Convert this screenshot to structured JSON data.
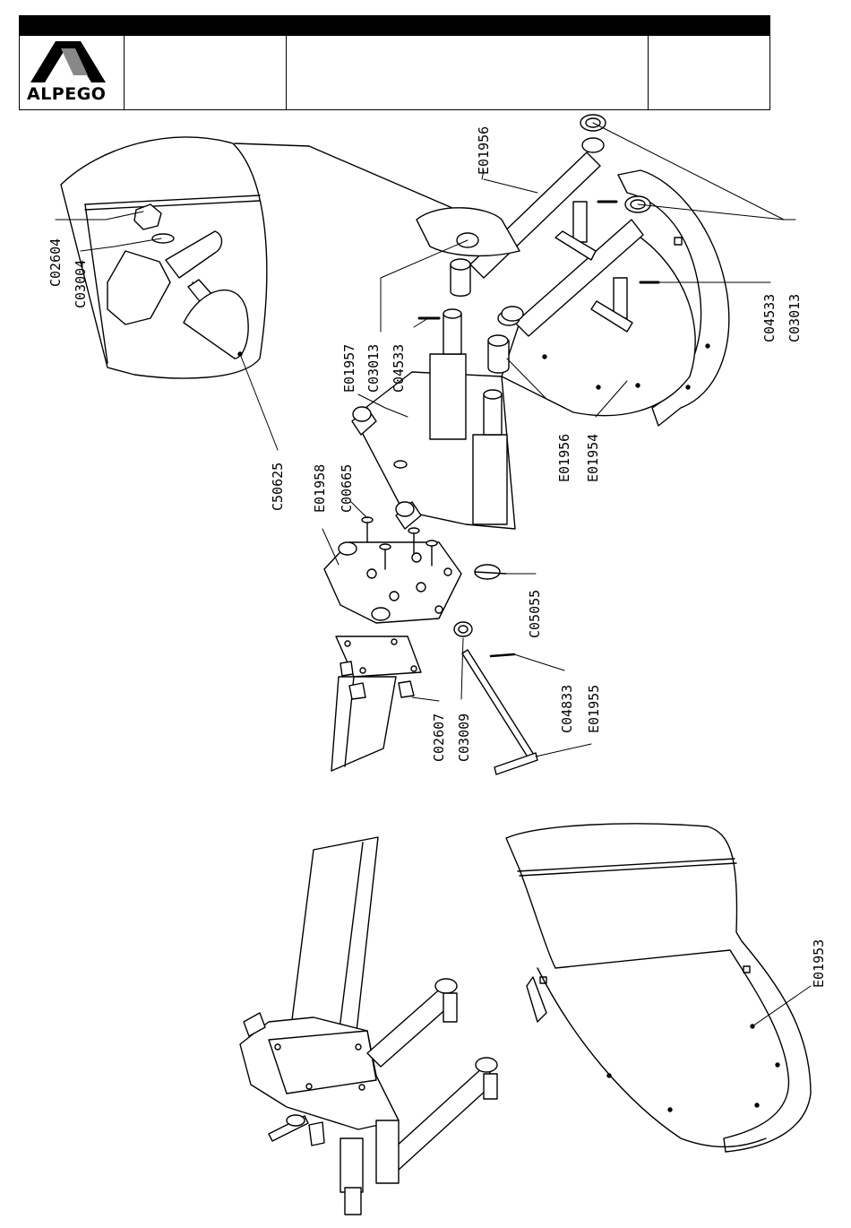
{
  "header": {
    "logo_text": "ALPEGO"
  },
  "labels": {
    "C02604": "C02604",
    "C03004": "C03004",
    "C50625": "C50625",
    "E01956_top": "E01956",
    "E01957": "E01957",
    "C03013_mid": "C03013",
    "C04533_mid": "C04533",
    "C04533_right": "C04533",
    "C03013_right": "C03013",
    "E01956_mid": "E01956",
    "E01954": "E01954",
    "E01958": "E01958",
    "C00665": "C00665",
    "C05055": "C05055",
    "C02607": "C02607",
    "C03009": "C03009",
    "C04833": "C04833",
    "E01955": "E01955",
    "E01953": "E01953"
  }
}
